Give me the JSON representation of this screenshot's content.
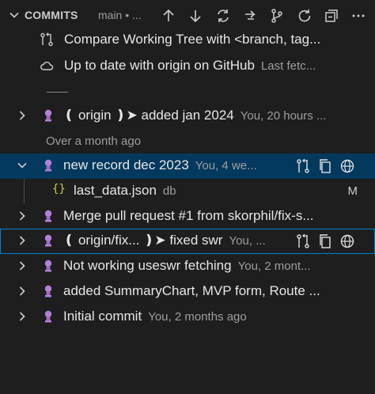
{
  "header": {
    "title": "COMMITS",
    "branch": "main • ..."
  },
  "rows": {
    "compare": "Compare Working Tree with <branch, tag...",
    "uptodate": "Up to date with origin on GitHub",
    "uptodate_desc": "Last fetc...",
    "c1_tag": "origin",
    "c1_msg": "added jan 2024",
    "c1_desc": "You, 20 hours ...",
    "time_header": "Over a month ago",
    "c2_msg": "new record dec 2023",
    "c2_desc": "You, 4 we...",
    "file_name": "last_data.json",
    "file_desc": "db",
    "file_status": "M",
    "c3_msg": "Merge pull request #1 from skorphil/fix-s...",
    "c4_tag": "origin/fix...",
    "c4_msg": "fixed swr",
    "c4_desc": "You, ...",
    "c5_msg": "Not working useswr fetching",
    "c5_desc": "You, 2 mont...",
    "c6_msg": "added SummaryChart, MVP form, Route ...",
    "c7_msg": "Initial commit",
    "c7_desc": "You, 2 months ago"
  },
  "colors": {
    "background": "#1e1e1e",
    "selection": "#04395e",
    "focus_border": "#007fd4",
    "commit_icon": "#b180d7",
    "json_icon": "#cbcb41"
  },
  "icons": {
    "commit": "commit-avatar-icon",
    "compare": "git-compare-icon",
    "cloud": "cloud-icon",
    "json": "json-file-icon"
  }
}
